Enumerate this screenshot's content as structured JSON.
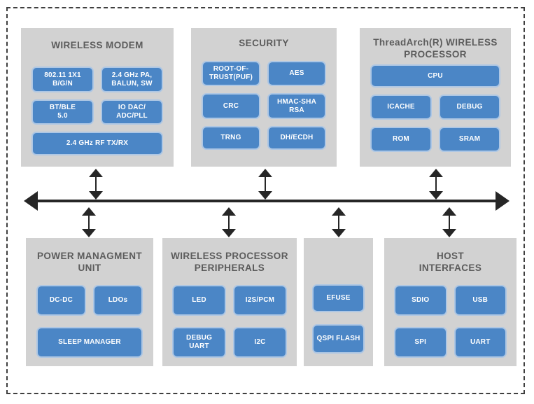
{
  "colors": {
    "background": "#ffffff",
    "frame_dash": "#3f3f3f",
    "block_bg": "#d2d2d2",
    "chip_bg": "#4b86c6",
    "chip_border": "#aec7e4",
    "title_text": "#5c5c5c",
    "chip_text": "#ffffff",
    "bus": "#262626"
  },
  "blocks": {
    "wireless_modem": {
      "title": "WIRELESS MODEM",
      "chips": {
        "wifi": "802.11 1X1\nB/G/N",
        "pa": "2.4 GHz PA,\nBALUN, SW",
        "bt": "BT/BLE\n5.0",
        "iodac": "IO DAC/\nADC/PLL",
        "rf": "2.4 GHz RF TX/RX"
      }
    },
    "security": {
      "title": "SECURITY",
      "chips": {
        "rot": "ROOT-OF-\nTRUST(PUF)",
        "aes": "AES",
        "crc": "CRC",
        "hmac": "HMAC-SHA\nRSA",
        "trng": "TRNG",
        "dh": "DH/ECDH"
      }
    },
    "threadarch": {
      "title": "ThreadArch(R) WIRELESS\nPROCESSOR",
      "chips": {
        "cpu": "CPU",
        "icache": "ICACHE",
        "debug": "DEBUG",
        "rom": "ROM",
        "sram": "SRAM"
      }
    },
    "power_management": {
      "title": "POWER MANAGMENT\nUNIT",
      "chips": {
        "dcdc": "DC-DC",
        "ldos": "LDOs",
        "sleep": "SLEEP MANAGER"
      }
    },
    "wireless_processor_peripherals": {
      "title": "WIRELESS PROCESSOR\nPERIPHERALS",
      "chips": {
        "led": "LED",
        "i2s": "I2S/PCM",
        "debug_uart": "DEBUG\nUART",
        "i2c": "I2C"
      }
    },
    "storage": {
      "chips": {
        "efuse": "EFUSE",
        "qspi": "QSPI FLASH"
      }
    },
    "host_interfaces": {
      "title": "HOST\nINTERFACES",
      "chips": {
        "sdio": "SDIO",
        "usb": "USB",
        "spi": "SPI",
        "uart": "UART"
      }
    }
  }
}
